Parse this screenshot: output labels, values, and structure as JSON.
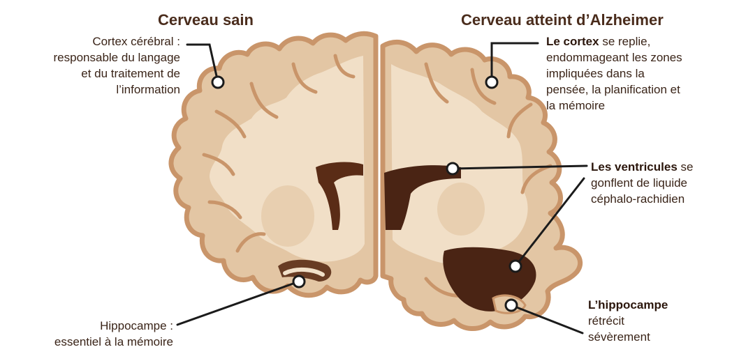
{
  "titles": {
    "healthy": "Cerveau sain",
    "alzheimer": "Cerveau atteint d’Alzheimer"
  },
  "labels": {
    "cortex_healthy": {
      "title": "Cortex cérébral :",
      "lines": [
        "responsable du langage",
        "et du traitement de",
        "l’information"
      ]
    },
    "hippocampus_healthy": {
      "title": "Hippocampe :",
      "lines": [
        "essentiel à la mémoire"
      ]
    },
    "cortex_alz": {
      "bold": "Le cortex",
      "rest": " se replie,",
      "lines": [
        "endommageant les zones",
        "impliquées dans la",
        "pensée, la planification et",
        "la mémoire"
      ]
    },
    "ventricles_alz": {
      "bold": "Les ventricules",
      "rest": " se",
      "lines": [
        "gonflent de liquide",
        "céphalo-rachidien"
      ]
    },
    "hippocampus_alz": {
      "title": "L’hippocampe",
      "lines": [
        "rétrécit",
        "sévèrement"
      ]
    }
  },
  "colors": {
    "brain_outline": "#c9956a",
    "cortex_fill": "#e3c6a4",
    "white_matter": "#f1e0c9",
    "ventricle": "#4a2414",
    "title": "#4a2c1c",
    "text": "#3a2418"
  }
}
